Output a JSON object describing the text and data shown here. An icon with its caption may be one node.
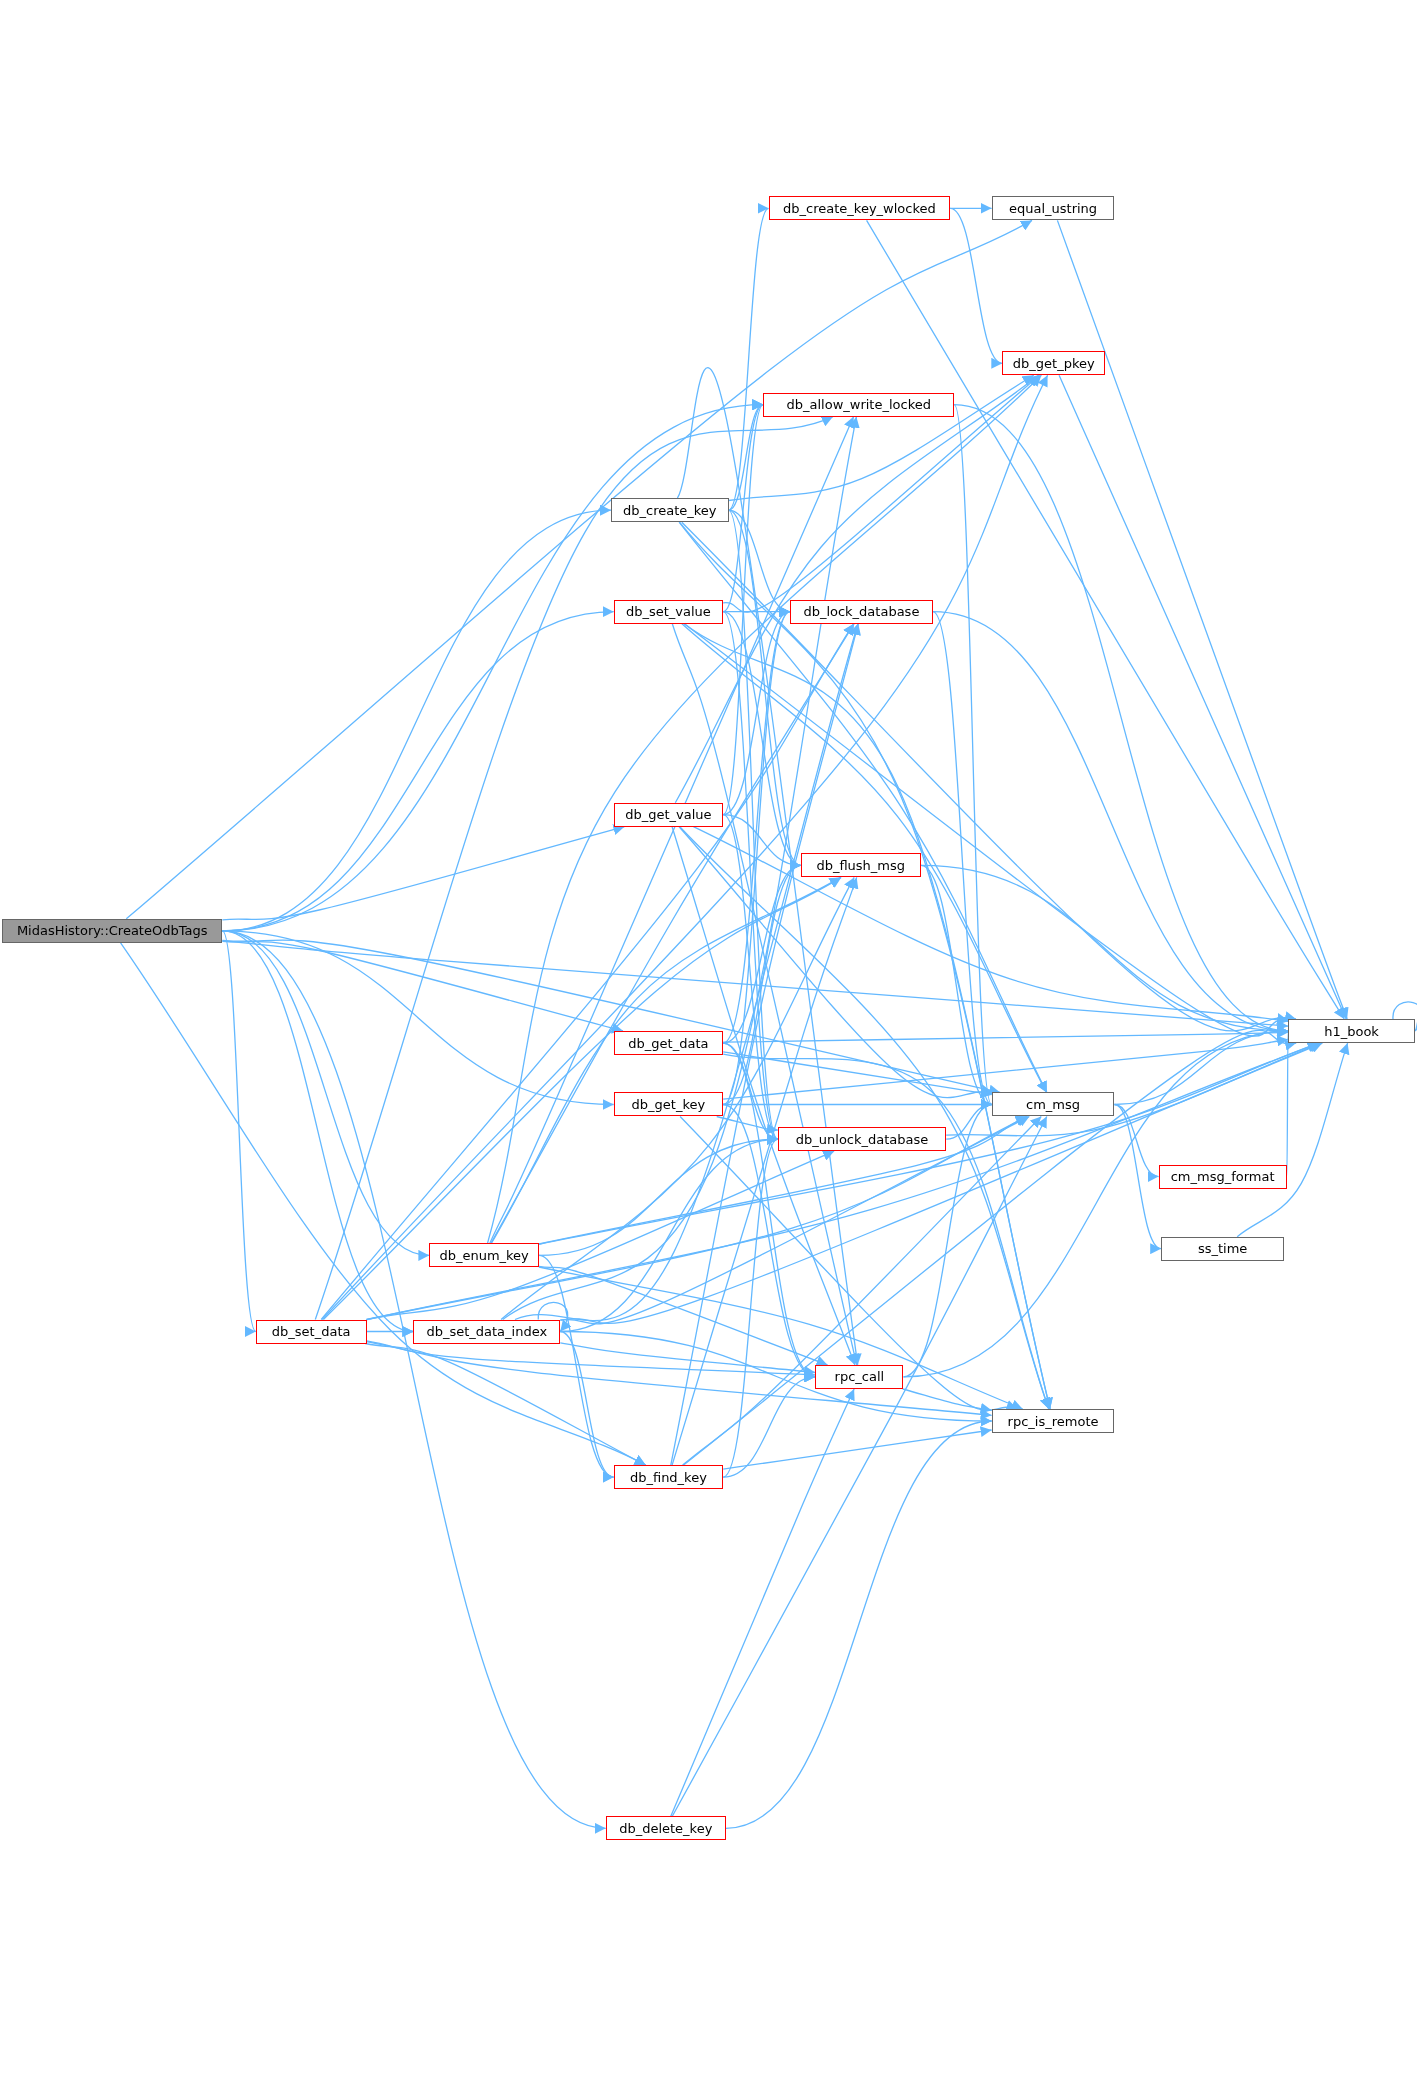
{
  "diagram": {
    "nodes": [
      {
        "text": [
          "MidasHistory::CreateOdbTags"
        ]
      },
      {
        "text": [
          "db_create_key"
        ]
      },
      {
        "text": [
          "db_set_value"
        ]
      },
      {
        "text": [
          "db_get_value"
        ]
      },
      {
        "text": [
          "db_get_data"
        ]
      },
      {
        "text": [
          "db_get_key"
        ]
      },
      {
        "text": [
          "db_enum_key"
        ]
      },
      {
        "text": [
          "db_set_data"
        ]
      },
      {
        "text": [
          "db_set_data_index"
        ]
      },
      {
        "text": [
          "db_find_key"
        ]
      },
      {
        "text": [
          "db_delete_key"
        ]
      },
      {
        "text": [
          "db_create_key_wlocked"
        ]
      },
      {
        "text": [
          "equal_ustring"
        ]
      },
      {
        "text": [
          "db_get_pkey"
        ]
      },
      {
        "text": [
          "db_allow_write_locked"
        ]
      },
      {
        "text": [
          "db_lock_database"
        ]
      },
      {
        "text": [
          "db_flush_msg"
        ]
      },
      {
        "text": [
          "db_unlock_database"
        ]
      },
      {
        "text": [
          "rpc_call"
        ]
      },
      {
        "text": [
          "rpc_is_remote"
        ]
      },
      {
        "text": [
          "cm_msg"
        ]
      },
      {
        "text": [
          "cm_msg_format"
        ]
      },
      {
        "text": [
          "ss_time"
        ]
      },
      {
        "text": [
          "h1_book"
        ]
      }
    ],
    "edges": [
      {
        "from": 0,
        "to": 23,
        "arrow": "to"
      },
      {
        "from": 0,
        "to": 12,
        "arrow": "to"
      },
      {
        "from": 0,
        "to": 14,
        "arrow": "to"
      },
      {
        "from": 0,
        "to": 1,
        "arrow": "to"
      },
      {
        "from": 0,
        "to": 2,
        "arrow": "to"
      },
      {
        "from": 0,
        "to": 3,
        "arrow": "to"
      },
      {
        "from": 0,
        "to": 4,
        "arrow": "to"
      },
      {
        "from": 0,
        "to": 5,
        "arrow": "to"
      },
      {
        "from": 0,
        "to": 20,
        "arrow": "to"
      },
      {
        "from": 0,
        "to": 6,
        "arrow": "to"
      },
      {
        "from": 0,
        "to": 7,
        "arrow": "to"
      },
      {
        "from": 0,
        "to": 8,
        "arrow": "to"
      },
      {
        "from": 0,
        "to": 9,
        "arrow": "to"
      },
      {
        "from": 0,
        "to": 10,
        "arrow": "to"
      },
      {
        "from": 1,
        "to": 23,
        "arrow": "to"
      },
      {
        "from": 1,
        "to": 11,
        "arrow": "to"
      },
      {
        "from": 1,
        "to": 13,
        "arrow": "to"
      },
      {
        "from": 1,
        "to": 14,
        "arrow": "to"
      },
      {
        "from": 1,
        "to": 20,
        "arrow": "to"
      },
      {
        "from": 1,
        "to": 19,
        "arrow": "to"
      },
      {
        "from": 1,
        "to": 15,
        "arrow": "to"
      },
      {
        "from": 1,
        "to": 16,
        "arrow": "to"
      },
      {
        "from": 1,
        "to": 17,
        "arrow": "to"
      },
      {
        "from": 1,
        "to": 18,
        "arrow": "to"
      },
      {
        "from": 2,
        "to": 23,
        "arrow": "to"
      },
      {
        "from": 2,
        "to": 13,
        "arrow": "to"
      },
      {
        "from": 2,
        "to": 14,
        "arrow": "to"
      },
      {
        "from": 2,
        "to": 15,
        "arrow": "to"
      },
      {
        "from": 2,
        "to": 16,
        "arrow": "to"
      },
      {
        "from": 2,
        "to": 17,
        "arrow": "to"
      },
      {
        "from": 2,
        "to": 18,
        "arrow": "to"
      },
      {
        "from": 2,
        "to": 20,
        "arrow": "to"
      },
      {
        "from": 2,
        "to": 19,
        "arrow": "to"
      },
      {
        "from": 3,
        "to": 13,
        "arrow": "to"
      },
      {
        "from": 3,
        "to": 14,
        "arrow": "to"
      },
      {
        "from": 3,
        "to": 15,
        "arrow": "to"
      },
      {
        "from": 3,
        "to": 16,
        "arrow": "to"
      },
      {
        "from": 3,
        "to": 17,
        "arrow": "to"
      },
      {
        "from": 3,
        "to": 18,
        "arrow": "to"
      },
      {
        "from": 3,
        "to": 20,
        "arrow": "to"
      },
      {
        "from": 3,
        "to": 19,
        "arrow": "to"
      },
      {
        "from": 3,
        "to": 23,
        "arrow": "to"
      },
      {
        "from": 4,
        "to": 15,
        "arrow": "to"
      },
      {
        "from": 4,
        "to": 16,
        "arrow": "to"
      },
      {
        "from": 4,
        "to": 17,
        "arrow": "to"
      },
      {
        "from": 4,
        "to": 18,
        "arrow": "to"
      },
      {
        "from": 4,
        "to": 20,
        "arrow": "to"
      },
      {
        "from": 4,
        "to": 19,
        "arrow": "to"
      },
      {
        "from": 4,
        "to": 23,
        "arrow": "to"
      },
      {
        "from": 5,
        "to": 15,
        "arrow": "to"
      },
      {
        "from": 5,
        "to": 16,
        "arrow": "to"
      },
      {
        "from": 5,
        "to": 17,
        "arrow": "to"
      },
      {
        "from": 5,
        "to": 18,
        "arrow": "to"
      },
      {
        "from": 5,
        "to": 20,
        "arrow": "to"
      },
      {
        "from": 5,
        "to": 19,
        "arrow": "to"
      },
      {
        "from": 5,
        "to": 23,
        "arrow": "to"
      },
      {
        "from": 6,
        "to": 13,
        "arrow": "to"
      },
      {
        "from": 6,
        "to": 14,
        "arrow": "to"
      },
      {
        "from": 6,
        "to": 15,
        "arrow": "to"
      },
      {
        "from": 6,
        "to": 16,
        "arrow": "to"
      },
      {
        "from": 6,
        "to": 17,
        "arrow": "to"
      },
      {
        "from": 6,
        "to": 18,
        "arrow": "to"
      },
      {
        "from": 6,
        "to": 20,
        "arrow": "to"
      },
      {
        "from": 6,
        "to": 19,
        "arrow": "to"
      },
      {
        "from": 6,
        "to": 9,
        "arrow": "to"
      },
      {
        "from": 6,
        "to": 23,
        "arrow": "to"
      },
      {
        "from": 7,
        "to": 13,
        "arrow": "to"
      },
      {
        "from": 7,
        "to": 14,
        "arrow": "to"
      },
      {
        "from": 7,
        "to": 15,
        "arrow": "to"
      },
      {
        "from": 7,
        "to": 16,
        "arrow": "to"
      },
      {
        "from": 7,
        "to": 17,
        "arrow": "to"
      },
      {
        "from": 7,
        "to": 8,
        "arrow": "to"
      },
      {
        "from": 7,
        "to": 9,
        "arrow": "to"
      },
      {
        "from": 7,
        "to": 18,
        "arrow": "to"
      },
      {
        "from": 7,
        "to": 20,
        "arrow": "to"
      },
      {
        "from": 7,
        "to": 19,
        "arrow": "to"
      },
      {
        "from": 7,
        "to": 23,
        "arrow": "to"
      },
      {
        "from": 8,
        "to": 8,
        "arrow": "to"
      },
      {
        "from": 8,
        "to": 14,
        "arrow": "to"
      },
      {
        "from": 8,
        "to": 15,
        "arrow": "to"
      },
      {
        "from": 8,
        "to": 16,
        "arrow": "to"
      },
      {
        "from": 8,
        "to": 17,
        "arrow": "to"
      },
      {
        "from": 8,
        "to": 9,
        "arrow": "to"
      },
      {
        "from": 8,
        "to": 18,
        "arrow": "to"
      },
      {
        "from": 8,
        "to": 20,
        "arrow": "to"
      },
      {
        "from": 8,
        "to": 19,
        "arrow": "to"
      },
      {
        "from": 8,
        "to": 23,
        "arrow": "to"
      },
      {
        "from": 9,
        "to": 15,
        "arrow": "to"
      },
      {
        "from": 9,
        "to": 16,
        "arrow": "to"
      },
      {
        "from": 9,
        "to": 17,
        "arrow": "to"
      },
      {
        "from": 9,
        "to": 18,
        "arrow": "to"
      },
      {
        "from": 9,
        "to": 20,
        "arrow": "to"
      },
      {
        "from": 9,
        "to": 19,
        "arrow": "to"
      },
      {
        "from": 9,
        "to": 23,
        "arrow": "to"
      },
      {
        "from": 10,
        "to": 18,
        "arrow": "to"
      },
      {
        "from": 10,
        "to": 19,
        "arrow": "to"
      },
      {
        "from": 10,
        "to": 20,
        "arrow": "to"
      },
      {
        "from": 11,
        "to": 12,
        "arrow": "to"
      },
      {
        "from": 11,
        "to": 13,
        "arrow": "to"
      },
      {
        "from": 11,
        "to": 23,
        "arrow": "to"
      },
      {
        "from": 12,
        "to": 23,
        "arrow": "to"
      },
      {
        "from": 13,
        "to": 23,
        "arrow": "to"
      },
      {
        "from": 14,
        "to": 20,
        "arrow": "to"
      },
      {
        "from": 14,
        "to": 23,
        "arrow": "to"
      },
      {
        "from": 15,
        "to": 20,
        "arrow": "to"
      },
      {
        "from": 15,
        "to": 23,
        "arrow": "to"
      },
      {
        "from": 16,
        "to": 20,
        "arrow": "to"
      },
      {
        "from": 16,
        "to": 23,
        "arrow": "to"
      },
      {
        "from": 17,
        "to": 20,
        "arrow": "to"
      },
      {
        "from": 17,
        "to": 23,
        "arrow": "to"
      },
      {
        "from": 18,
        "to": 20,
        "arrow": "to"
      },
      {
        "from": 18,
        "to": 19,
        "arrow": "to"
      },
      {
        "from": 18,
        "to": 23,
        "arrow": "to"
      },
      {
        "from": 20,
        "to": 23,
        "arrow": "to"
      },
      {
        "from": 20,
        "to": 21,
        "arrow": "to"
      },
      {
        "from": 20,
        "to": 22,
        "arrow": "to"
      },
      {
        "from": 21,
        "to": 23,
        "arrow": "to"
      },
      {
        "from": 22,
        "to": 23,
        "arrow": "to"
      },
      {
        "from": 23,
        "to": 23,
        "arrow": "to"
      }
    ]
  }
}
